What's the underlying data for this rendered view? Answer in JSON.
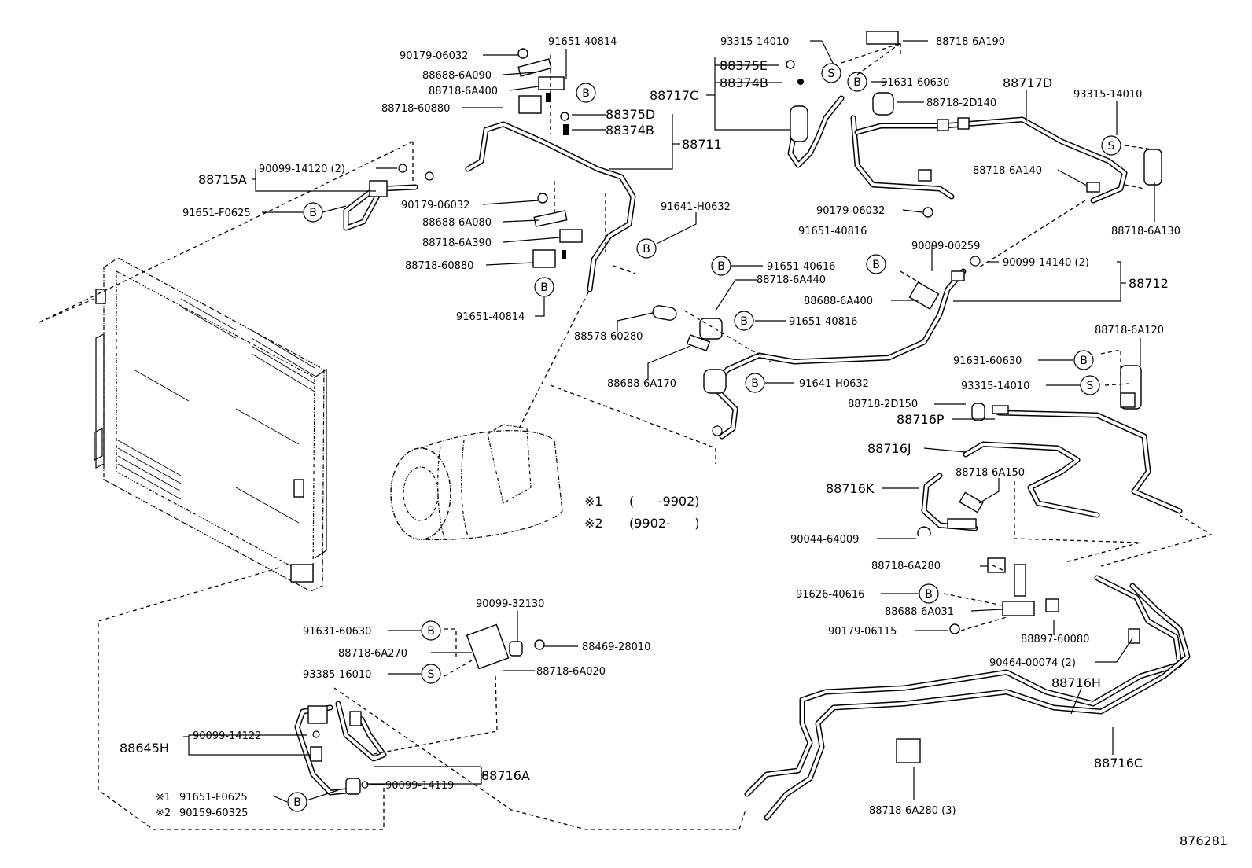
{
  "diagram_id": "876281",
  "legend": {
    "note1_mark": "※1",
    "note1_range": "(      -9902)",
    "note2_mark": "※2",
    "note2_range": "(9902-      )"
  },
  "labels": {
    "p90179_06032_a": "90179-06032",
    "p91651_40814_a": "91651-40814",
    "p88688_6A090": "88688-6A090",
    "p88718_6A400": "88718-6A400",
    "p88718_60880_a": "88718-60880",
    "p88375D": "88375D",
    "p88374B": "88374B",
    "p88711": "88711",
    "p88715A": "88715A",
    "p90099_14120": "90099-14120 (2)",
    "p91651_F0625_a": "91651-F0625",
    "p90179_06032_b": "90179-06032",
    "p88688_6A080": "88688-6A080",
    "p88718_6A390": "88718-6A390",
    "p88718_60880_b": "88718-60880",
    "p91651_40814_b": "91651-40814",
    "p91641_H0632_a": "91641-H0632",
    "p93315_14010_a": "93315-14010",
    "p88718_6A190": "88718-6A190",
    "p88375E": "88375E",
    "p88374B_b": "88374B",
    "p88717C": "88717C",
    "p91631_60630_a": "91631-60630",
    "p88717D": "88717D",
    "p88718_2D140": "88718-2D140",
    "p93315_14010_b": "93315-14010",
    "p88718_6A140": "88718-6A140",
    "p88718_6A130": "88718-6A130",
    "p90179_06032_c": "90179-06032",
    "p91651_40816_a": "91651-40816",
    "p90099_00259": "90099-00259",
    "p91651_40616": "91651-40616",
    "p88718_6A440": "88718-6A440",
    "p90099_14140": "90099-14140 (2)",
    "p88712": "88712",
    "p88688_6A400": "88688-6A400",
    "p91651_40816_b": "91651-40816",
    "p88578_60280": "88578-60280",
    "p88688_6A170": "88688-6A170",
    "p91641_H0632_b": "91641-H0632",
    "p88718_6A120": "88718-6A120",
    "p91631_60630_b": "91631-60630",
    "p93315_14010_c": "93315-14010",
    "p88718_2D150": "88718-2D150",
    "p88716P": "88716P",
    "p88716J": "88716J",
    "p88718_6A150": "88718-6A150",
    "p88716K": "88716K",
    "p90044_64009": "90044-64009",
    "p88718_6A280_a": "88718-6A280",
    "p91626_40616": "91626-40616",
    "p88688_6A031": "88688-6A031",
    "p90179_06115": "90179-06115",
    "p88897_60080": "88897-60080",
    "p90464_00074": "90464-00074 (2)",
    "p88716H": "88716H",
    "p88716C": "88716C",
    "p88718_6A280_b": "88718-6A280 (3)",
    "p90099_32130": "90099-32130",
    "p91631_60630_c": "91631-60630",
    "p88469_28010": "88469-28010",
    "p88718_6A270": "88718-6A270",
    "p88718_6A020": "88718-6A020",
    "p93385_16010": "93385-16010",
    "p90099_14122": "90099-14122",
    "p88645H": "88645H",
    "p88716A": "88716A",
    "p90099_14119": "90099-14119",
    "n1_mark": "※1",
    "p91651_F0625_b": "91651-F0625",
    "n2_mark": "※2",
    "p90159_60325": "90159-60325"
  },
  "circle_marks": {
    "bolt": "B",
    "stud": "S"
  }
}
